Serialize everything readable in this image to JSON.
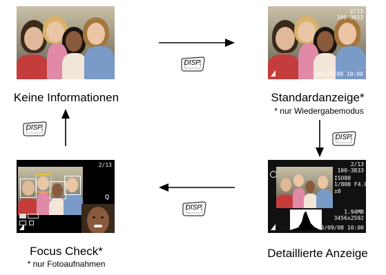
{
  "captions": {
    "top_left": "Keine Informationen",
    "top_right": "Standardanzeige*",
    "top_right_note": "* nur Wiedergabemodus",
    "bottom_right": "Detaillierte Anzeige",
    "bottom_left": "Focus Check*",
    "bottom_left_note": "* nur Fotoaufnahmen"
  },
  "button": {
    "label": "DISP."
  },
  "standard_overlay": {
    "counter": "2/13",
    "file_no": "100-3833",
    "datetime": "09/09/08  10:00"
  },
  "detail_overlay": {
    "counter": "2/13",
    "file_no": "100-3833",
    "shutter_aperture": "1/800   F4.0",
    "iso": "ISO80",
    "exposure": "±0",
    "filesize": "1.94MB",
    "resolution": "3456x2592",
    "datetime": "09/09/08  10:00"
  },
  "focus_overlay": {
    "counter": "2/13",
    "zoom_glyph": "Q"
  },
  "colors": {
    "screen_bg": "#1a1a1a",
    "arrow": "#000000",
    "button_fill": "#ffffff",
    "button_stroke": "#333333"
  }
}
